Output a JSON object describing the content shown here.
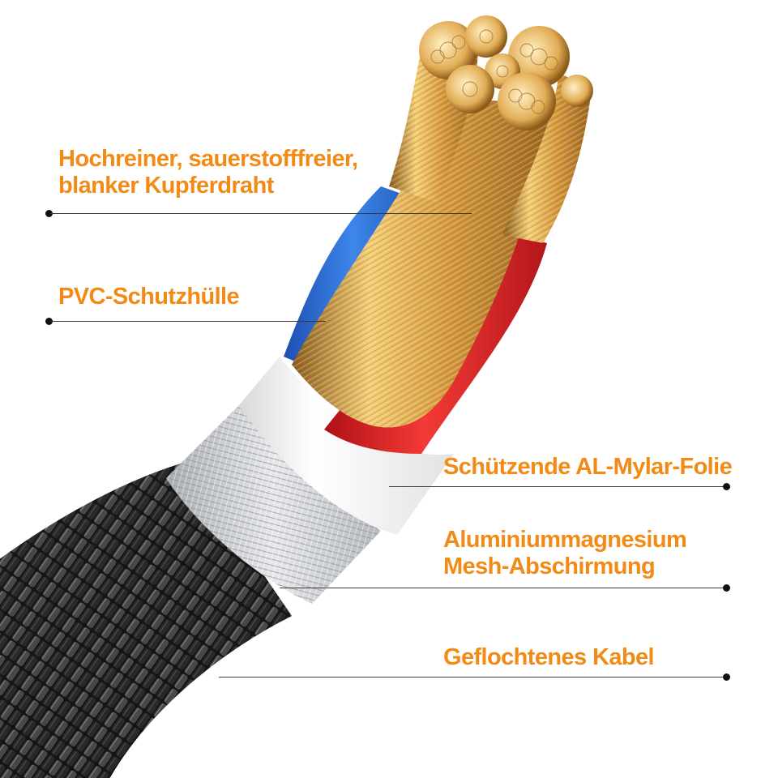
{
  "colors": {
    "label": "#f28a16",
    "copper": "#d9a24a",
    "blue_insulation": "#2f6fd6",
    "red_insulation": "#e42326",
    "mylar": "#f4f4f4",
    "mesh": "#c9ccd0",
    "braid": "#1b1b1b"
  },
  "annotations": {
    "copper_line1": "Hochreiner, sauerstofffreier,",
    "copper_line2": "blanker Kupferdraht",
    "pvc": "PVC-Schutzhülle",
    "mylar": "Schützende AL-Mylar-Folie",
    "mesh_line1": "Aluminiummagnesium",
    "mesh_line2": "Mesh-Abschirmung",
    "braid": "Geflochtenes Kabel"
  }
}
